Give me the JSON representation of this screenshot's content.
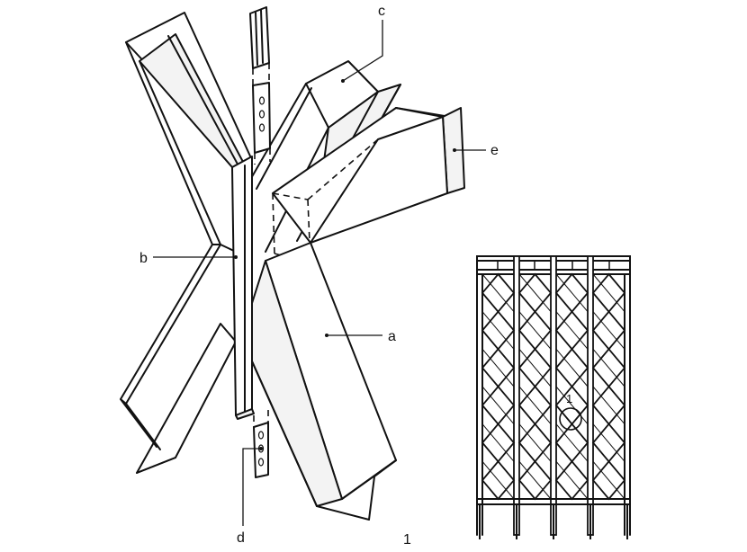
{
  "labels": {
    "a": "a",
    "b": "b",
    "c": "c",
    "d": "d",
    "e": "e",
    "figure_number": "1",
    "detail_marker": "1"
  }
}
